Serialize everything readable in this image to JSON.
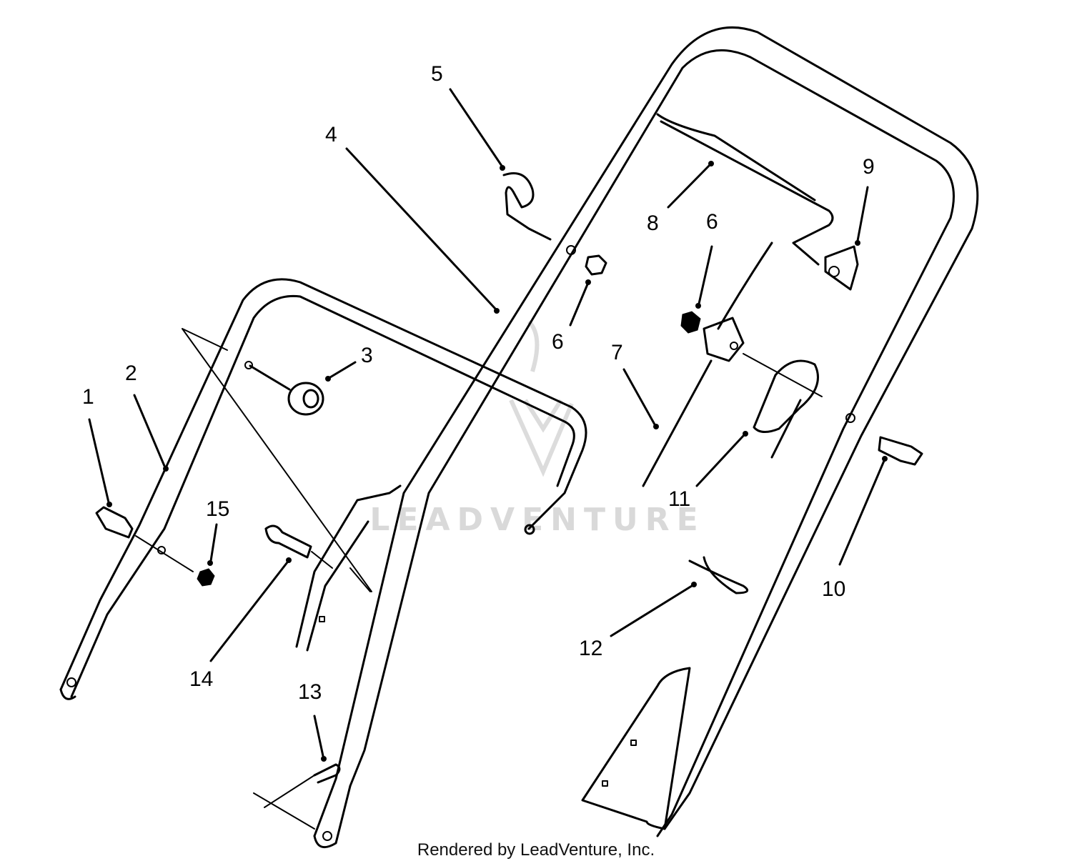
{
  "callouts": [
    "1",
    "2",
    "3",
    "4",
    "5",
    "6",
    "6",
    "7",
    "8",
    "9",
    "10",
    "11",
    "12",
    "13",
    "14",
    "15"
  ],
  "watermark": "LEADVENTURE",
  "footer": "Rendered by LeadVenture, Inc."
}
